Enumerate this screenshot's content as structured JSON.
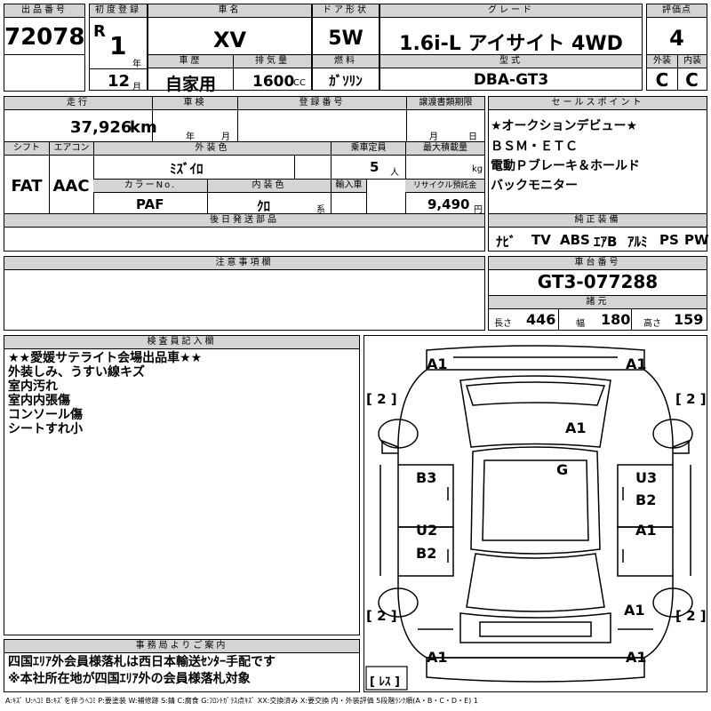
{
  "header": {
    "lot_label": "出品番号",
    "lot_number": "72078",
    "first_reg_label": "初度登録",
    "era": "R",
    "reg_year": "1",
    "year_unit": "年",
    "reg_month": "12",
    "month_unit": "月",
    "car_name_label": "車名",
    "car_name": "XV",
    "history_label": "車歴",
    "history_value": "自家用",
    "displacement_label": "排気量",
    "displacement_value": "1600",
    "displacement_unit": "CC",
    "door_label": "ドア形状",
    "door_value": "5W",
    "fuel_label": "燃料",
    "fuel_value": "ｶﾞｿﾘﾝ",
    "grade_label": "グレード",
    "grade_value": "1.6i-L アイサイト 4WD",
    "model_label": "型式",
    "model_value": "DBA-GT3",
    "score_label": "評価点",
    "score_value": "4",
    "exterior_label": "外装",
    "exterior_value": "C",
    "interior_label": "内装",
    "interior_value": "C"
  },
  "mid": {
    "mileage_label": "走行",
    "mileage_value": "37,926",
    "mileage_unit": "km",
    "inspection_label": "車検",
    "inspection_year_unit": "年",
    "inspection_month_unit": "月",
    "reg_no_label": "登録番号",
    "transfer_label": "譲渡書類期限",
    "transfer_month_unit": "月",
    "transfer_day_unit": "日",
    "shift_label": "シフト",
    "shift_value": "FAT",
    "ac_label": "エアコン",
    "ac_value": "AAC",
    "ext_color_label": "外装色",
    "ext_color_value": "ﾐｽﾞｲﾛ",
    "capacity_label": "乗車定員",
    "capacity_value": "5",
    "capacity_unit": "人",
    "load_label": "最大積載量",
    "load_unit": "kg",
    "color_no_label": "カラーNo.",
    "color_no_value": "PAF",
    "int_color_label": "内装色",
    "int_color_value": "ｸﾛ",
    "int_color_unit": "系",
    "import_label": "輸入車",
    "recycle_label": "リサイクル預託金",
    "recycle_value": "9,490",
    "recycle_unit": "円",
    "later_parts_label": "後日発送部品"
  },
  "sales": {
    "label": "セールスポイント",
    "lines": [
      "★オークションデビュー★",
      "ＢＳＭ・ＥＴＣ",
      "電動Ｐブレーキ＆ホールド",
      "バックモニター"
    ]
  },
  "equipment": {
    "label": "純正装備",
    "items": [
      "ﾅﾋﾞ",
      "TV",
      "ABS",
      "ｴｱB",
      "ｱﾙﾐ",
      "PS",
      "PW"
    ]
  },
  "notes": {
    "label": "注意事項欄"
  },
  "chassis": {
    "label": "車台番号",
    "value": "GT3-077288",
    "dims_label": "諸元",
    "length_label": "長さ",
    "length_value": "446",
    "width_label": "幅",
    "width_value": "180",
    "height_label": "高さ",
    "height_value": "159"
  },
  "inspector": {
    "label": "検査員記入欄",
    "lines": [
      "★★愛媛サテライト会場出品車★★",
      "外装しみ、うすい線キズ",
      "室内汚れ",
      "室内内張傷",
      "コンソール傷",
      "シートすれ小"
    ]
  },
  "office": {
    "label": "事務局よりご案内",
    "lines": [
      "四国ｴﾘｱ外会員様落札は西日本輸送ｾﾝﾀｰ手配です",
      "※本社所在地が四国ｴﾘｱ外の会員様落札対象"
    ]
  },
  "diagram": {
    "marks": {
      "front_left": "A1",
      "front_right": "A1",
      "bracket_tl": "[ 2 ]",
      "bracket_tr": "[ 2 ]",
      "hood": "A1",
      "roof": "G",
      "left_front_door": "B3",
      "right_front_door_top": "U3",
      "right_front_door_bottom": "B2",
      "left_rear_door_top": "U2",
      "left_rear_door_bottom": "B2",
      "right_rear_door": "A1",
      "bracket_bl": "[ 2 ]",
      "bracket_br": "[ 2 ]",
      "rear_quarter_right": "A1",
      "rear_left": "A1",
      "rear_right": "A1",
      "tire_spec": "[ ﾚｽ ]"
    }
  },
  "legend": "A:ｷｽﾞ U:ﾍｺﾐ B:ｷｽﾞを伴うﾍｺﾐ P:要塗装 W:補修跡 S:錆 C:腐食 G:ﾌﾛﾝﾄｶﾞﾗｽ点ｷｽﾞ XX:交換済み X:要交換 内・外装評価 5段階ﾗﾝｸ順(A・B・C・D・E) 1"
}
